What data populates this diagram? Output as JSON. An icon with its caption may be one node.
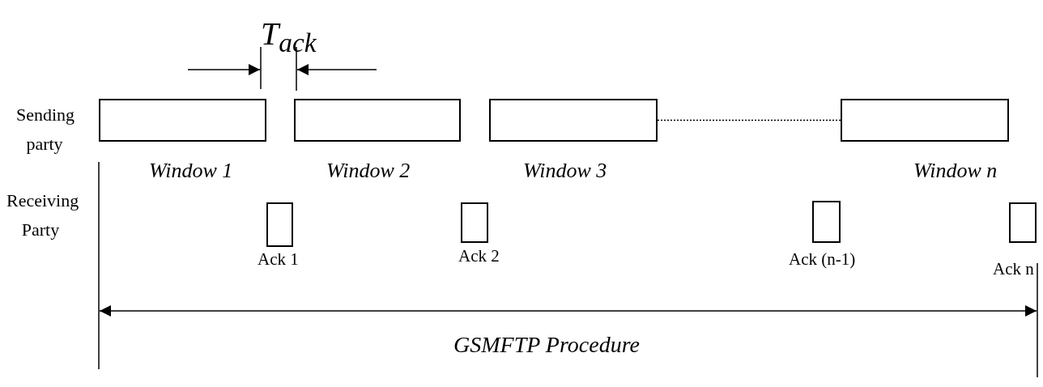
{
  "diagram": {
    "nodes": [
      {
        "text": [],
        "shape": "box",
        "beside": [
          "Window 1"
        ]
      },
      {
        "text": [],
        "shape": "box",
        "beside": [
          "Window 2"
        ]
      },
      {
        "text": [],
        "shape": "box",
        "beside": [
          "Window 3"
        ]
      },
      {
        "text": [],
        "shape": "box",
        "beside": [
          "Window n"
        ]
      },
      {
        "text": [],
        "shape": "box",
        "beside": [
          "Ack 1"
        ]
      },
      {
        "text": [],
        "shape": "box",
        "beside": [
          "Ack 2"
        ]
      },
      {
        "text": [],
        "shape": "box",
        "beside": [
          "Ack (n-1)"
        ]
      },
      {
        "text": [],
        "shape": "box",
        "beside": [
          "Ack n"
        ]
      }
    ],
    "edges": [
      {
        "from": 2,
        "to": 3,
        "arrow": "none",
        "style": "dashed"
      }
    ],
    "labels": [
      "T$_{ack}$",
      "Sending party",
      "Receiving Party",
      "GSMFTP Procedure"
    ]
  }
}
